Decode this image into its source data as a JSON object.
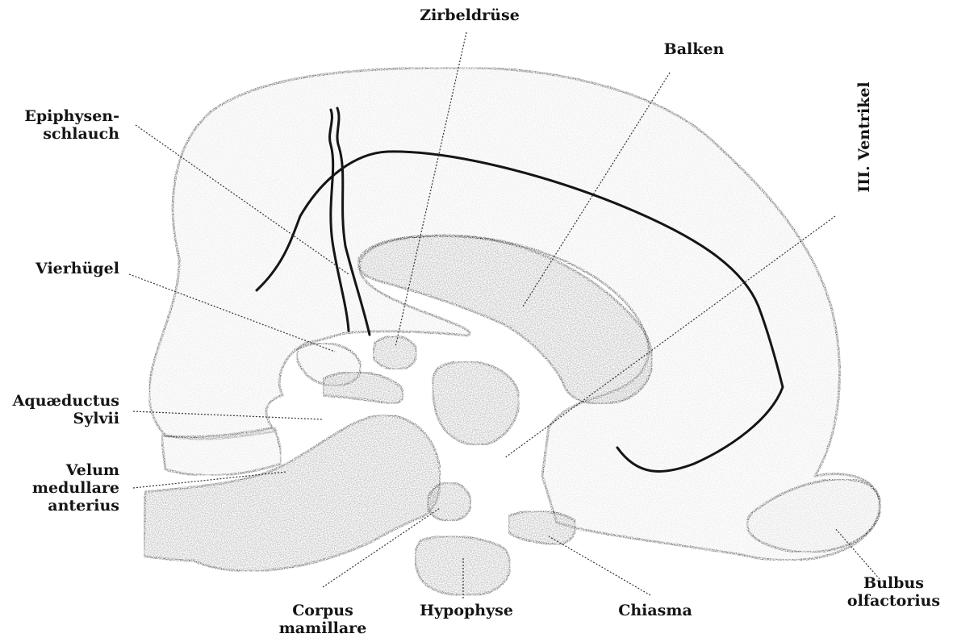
{
  "labels": {
    "zirbeldruese": "Zirbeldrüse",
    "balken": "Balken",
    "epiphysenschlauch": [
      "Epiphysen-",
      "schlauch"
    ],
    "ventrikel": "III. Ventrikel",
    "vierhuegel": "Vierhügel",
    "aquaeductus": [
      "Aquæductus",
      "Sylvii"
    ],
    "velum": [
      "Velum",
      "medullare",
      "anterius"
    ],
    "corpus": [
      "Corpus",
      "mamillare"
    ],
    "hypophyse": "Hypophyse",
    "chiasma": "Chiasma",
    "bulbus": [
      "Bulbus",
      "olfactorius"
    ]
  },
  "colors": {
    "ink": "#151515",
    "light_tissue": "#e2e2e2",
    "dark_tissue": "#9e9e9e",
    "paper": "#ffffff"
  }
}
